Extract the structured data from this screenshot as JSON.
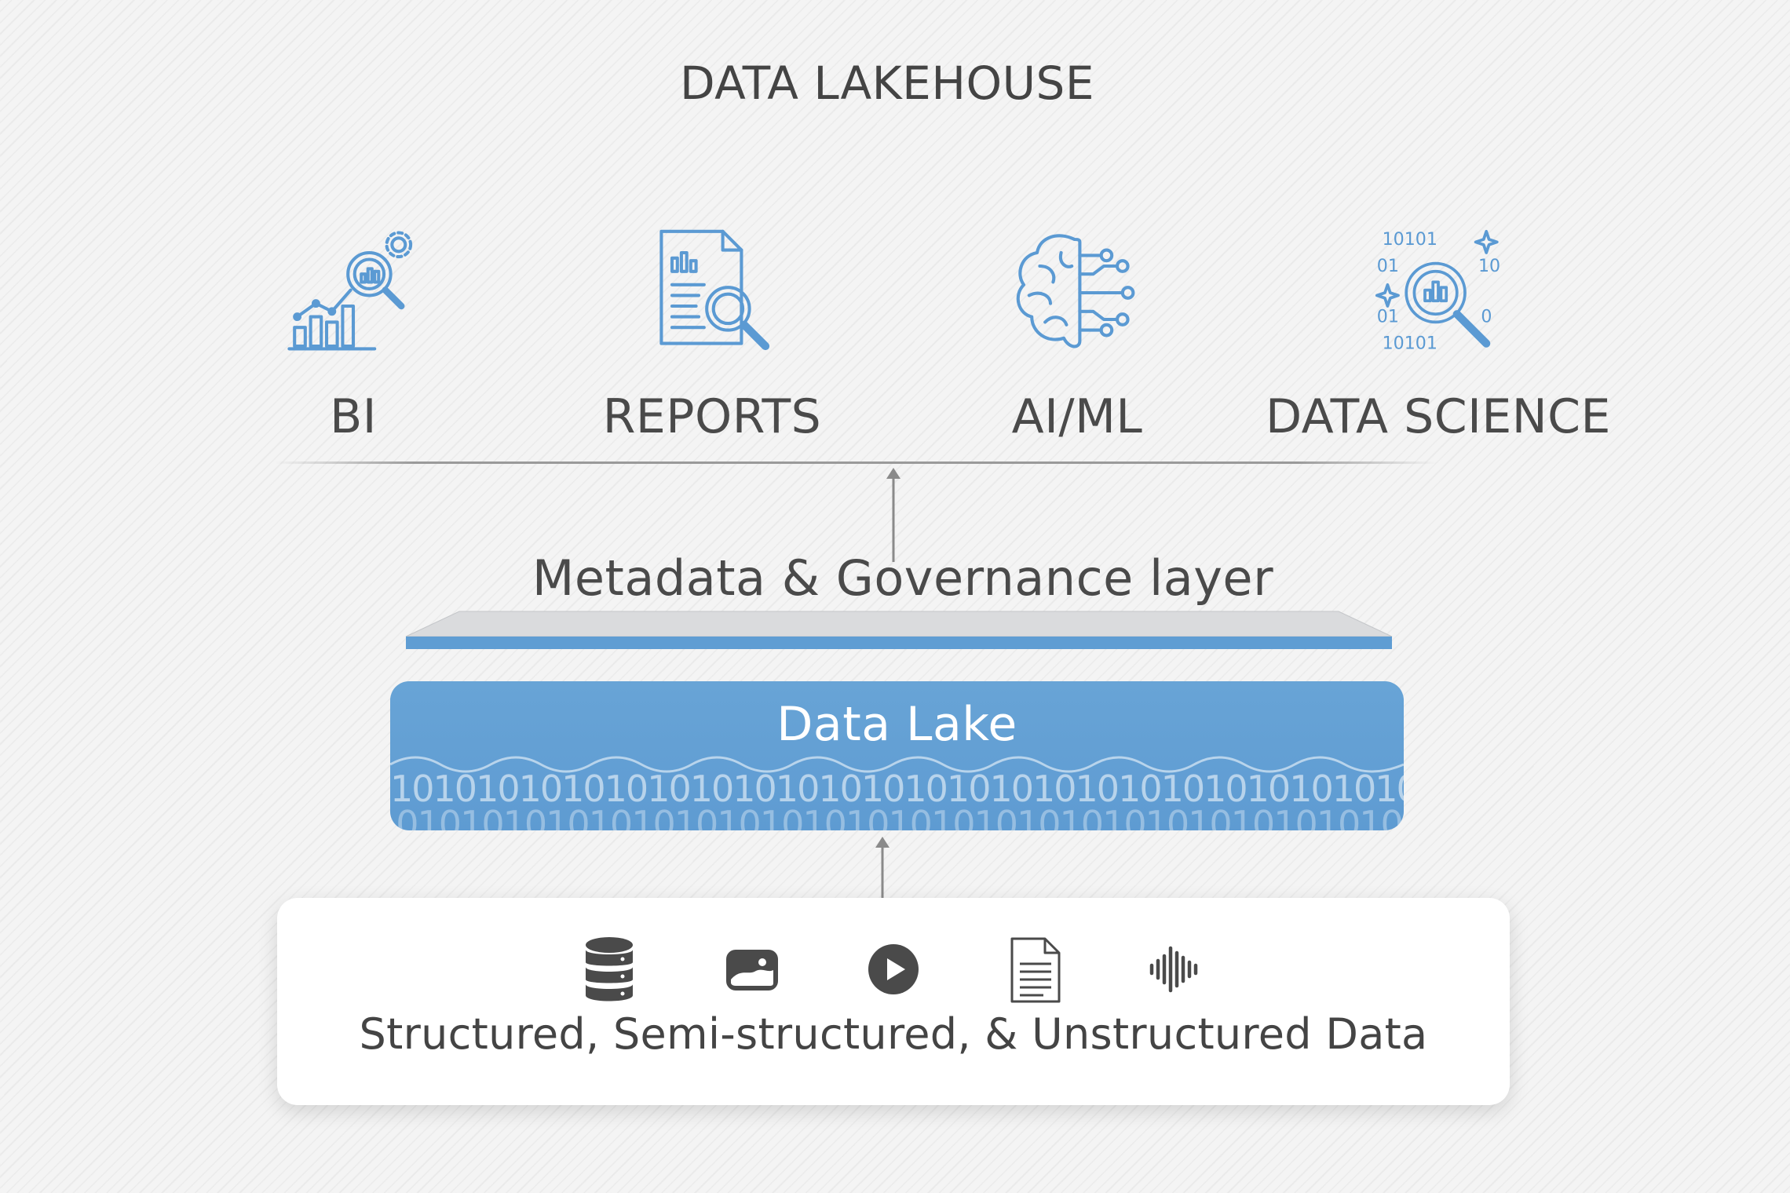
{
  "diagram": {
    "title": "DATA LAKEHOUSE",
    "consumers": [
      {
        "label": "BI",
        "icon": "bi-analytics-icon"
      },
      {
        "label": "REPORTS",
        "icon": "report-search-icon"
      },
      {
        "label": "AI/ML",
        "icon": "brain-circuit-icon"
      },
      {
        "label": "DATA SCIENCE",
        "icon": "binary-magnifier-icon"
      }
    ],
    "metadata_layer": {
      "label": "Metadata & Governance layer"
    },
    "data_lake": {
      "label": "Data Lake",
      "binary_pattern": "1010101010101010101010101010101010101010101010101010"
    },
    "sources": {
      "label": "Structured, Semi-structured, & Unstructured Data",
      "icons": [
        "database-icon",
        "image-icon",
        "video-play-icon",
        "document-icon",
        "audio-waveform-icon"
      ]
    },
    "colors": {
      "accent_blue": "#6aa6d8",
      "icon_blue": "#5b9ad3",
      "dark_icon": "#4a4a4a",
      "text": "#444444"
    }
  }
}
